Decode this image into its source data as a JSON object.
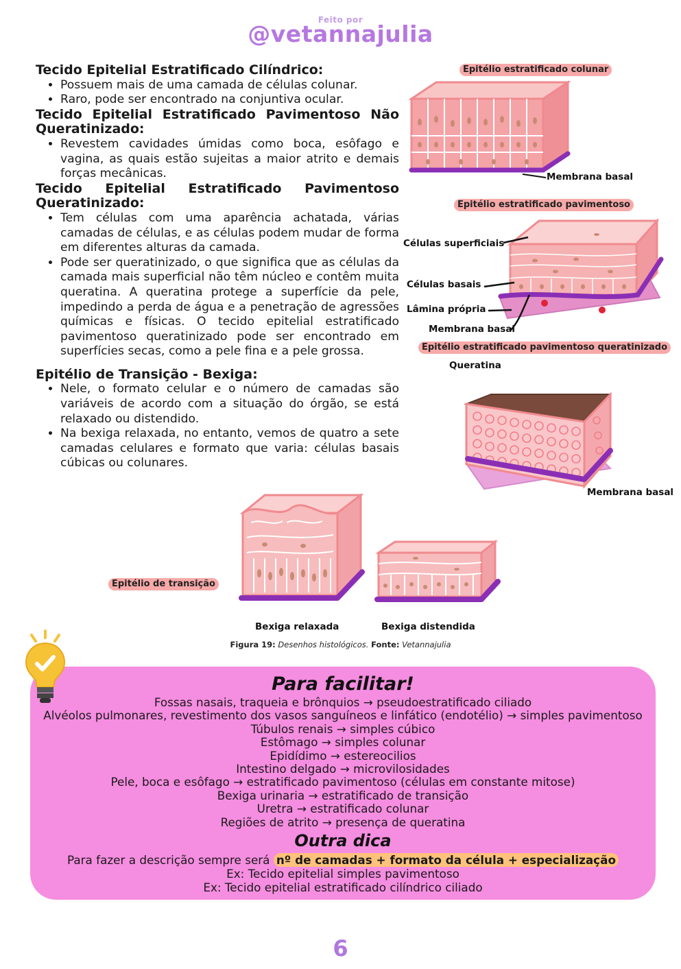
{
  "header": {
    "made_by": "Feito por",
    "handle": "@vetannajulia"
  },
  "sections": [
    {
      "title": "Tecido Epitelial Estratificado Cilíndrico:",
      "bullets": [
        "Possuem mais de uma camada de células colunar.",
        "Raro, pode ser encontrado na conjuntiva ocular."
      ]
    },
    {
      "title": "Tecido Epitelial Estratificado Pavimentoso Não Queratinizado:",
      "bullets": [
        "Revestem cavidades úmidas como boca, esôfago e vagina, as quais estão sujeitas a maior atrito e demais forças mecânicas."
      ]
    },
    {
      "title": "Tecido Epitelial Estratificado Pavimentoso Queratinizado:",
      "bullets": [
        "Tem células com uma aparência achatada, várias camadas de células, e as células podem mudar de forma em diferentes alturas da camada.",
        "Pode ser queratinizado, o que significa que as células da camada mais superficial não têm núcleo e contêm muita queratina. A queratina protege a superfície da pele, impedindo a perda de água e a penetração de agressões químicas e físicas. O tecido epitelial estratificado pavimentoso queratinizado pode ser encontrado em superfícies secas, como a pele fina e a pele grossa."
      ]
    },
    {
      "title": "Epitélio de Transição - Bexiga:",
      "bullets": [
        "Nele, o formato celular e o número de camadas são variáveis de acordo com a situação do órgão, se está relaxado ou distendido.",
        "Na bexiga relaxada, no entanto, vemos de quatro a sete camadas celulares e formato que varia: células basais cúbicas ou colunares."
      ]
    }
  ],
  "figures": {
    "colunar": {
      "title": "Epitélio estratificado colunar",
      "membrane": "Membrana basal"
    },
    "pavimentoso": {
      "title": "Epitélio estratificado pavimentoso",
      "superficial": "Células superficiais",
      "basal_cells": "Células basais",
      "lamina": "Lâmina própria",
      "membrane": "Membrana basal"
    },
    "queratinizado": {
      "title": "Epitélio estratificado pavimentoso queratinizado",
      "keratin": "Queratina",
      "membrane": "Membrana basal"
    },
    "transicao": {
      "title": "Epitélio de transição",
      "relaxed": "Bexiga relaxada",
      "distended": "Bexiga distendida"
    },
    "caption": {
      "label": "Figura 19:",
      "text": "Desenhos histológicos.",
      "source_label": "Fonte:",
      "source": "Vetannajulia"
    }
  },
  "tips": {
    "title": "Para facilitar!",
    "items": [
      "Fossas nasais, traqueia e brônquios → pseudoestratificado ciliado",
      "Alvéolos pulmonares, revestimento dos vasos sanguíneos e linfático (endotélio) → simples pavimentoso",
      "Túbulos renais → simples cúbico",
      "Estômago → simples colunar",
      "Epidídimo → estereocilios",
      "Intestino delgado → microvilosidades",
      "Pele, boca e esôfago → estratificado pavimentoso (células em constante mitose)",
      "Bexiga urinaria → estratificado de transição",
      "Uretra → estratificado colunar",
      "Regiões de atrito → presença de queratina"
    ],
    "title2": "Outra dica",
    "desc_prefix": "Para fazer a descrição sempre será",
    "desc_highlight": "nº de camadas + formato da célula + especialização",
    "examples": [
      "Ex: Tecido epitelial simples pavimentoso",
      "Ex: Tecido epitelial estratificado cilíndrico ciliado"
    ]
  },
  "page_number": "6",
  "colors": {
    "accent_purple": "#b678e0",
    "tip_pink": "#f58de0",
    "label_pink": "#f6a9a8",
    "highlight_orange": "#ffc27a",
    "membrane_purple": "#8a2fb5",
    "tissue_pink": "#f4a3a6",
    "keratin_brown": "#7a4a3c"
  }
}
